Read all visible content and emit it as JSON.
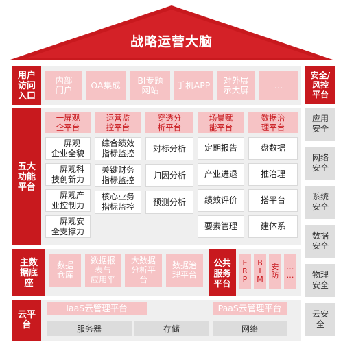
{
  "roof": {
    "title": "战略运营大脑"
  },
  "access": {
    "label": "用户\n访问\n入口",
    "items": [
      "内部\n门户",
      "OA集成",
      "BI专题\n网站",
      "手机APP",
      "对外展\n示大屏",
      "…"
    ]
  },
  "functions": {
    "label": "五大\n功能\n平台",
    "columns": [
      {
        "title": "一屏观\n企平台",
        "items": [
          "一屏观\n企业全貌",
          "一屏观科\n技创新力",
          "一屏观产\n业控制力",
          "一屏观安\n全支撑力"
        ]
      },
      {
        "title": "运营监\n控平台",
        "items": [
          "综合绩效\n指标监控",
          "关键财务\n指标监控",
          "核心业务\n指标监控"
        ]
      },
      {
        "title": "穿透分\n析平台",
        "items": [
          "对标分析",
          "归因分析",
          "预测分析"
        ]
      },
      {
        "title": "场景赋\n能平台",
        "items": [
          "定期报告",
          "产业进退",
          "绩效评价",
          "要素管理"
        ]
      },
      {
        "title": "数据治\n理平台",
        "items": [
          "盘数据",
          "推治理",
          "搭平台",
          "建体系"
        ]
      }
    ]
  },
  "data_base": {
    "label": "主数\n据底\n座",
    "items": [
      "数据\n仓库",
      "数据报\n表与\n应用平",
      "大数据\n分析平\n台",
      "数据治\n理平台"
    ]
  },
  "public_services": {
    "label": "公共\n服务\n平台",
    "items": [
      "E\nR\nP",
      "B\nI\nM",
      "安\n防",
      "…\n…"
    ]
  },
  "cloud": {
    "label": "云平\n台",
    "iaas": "IaaS云管理平台",
    "paas": "PaaS云管理平台",
    "infra": [
      "服务器",
      "存储",
      "网络"
    ]
  },
  "security": {
    "head": "安全/\n风控\n平台",
    "items": [
      "应用\n安全",
      "网络\n安全",
      "系统\n安全",
      "数据\n安全",
      "物理\n安全",
      "云安\n全"
    ]
  },
  "colors": {
    "red": "#c8191e",
    "pink": "#f6c3c5",
    "panel": "#efefef"
  }
}
